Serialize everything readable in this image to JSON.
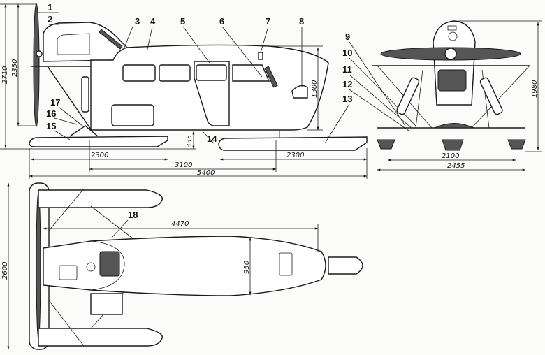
{
  "callouts": [
    "1",
    "2",
    "3",
    "4",
    "5",
    "6",
    "7",
    "8",
    "9",
    "10",
    "11",
    "12",
    "13",
    "14",
    "15",
    "16",
    "17",
    "18"
  ],
  "side_view": {
    "dim_overall_height": "2710",
    "dim_prop_height": "2350",
    "dim_cabin_height": "1300",
    "dim_clearance": "335",
    "dim_rear_ski": "2300",
    "dim_front_ski": "2300",
    "dim_ski_spacing": "3100",
    "dim_overall_length": "5400"
  },
  "front_view": {
    "dim_height": "1980",
    "dim_track": "2100",
    "dim_width": "2455"
  },
  "top_view": {
    "dim_width": "2600",
    "dim_body_length": "4470",
    "dim_body_width": "950"
  }
}
